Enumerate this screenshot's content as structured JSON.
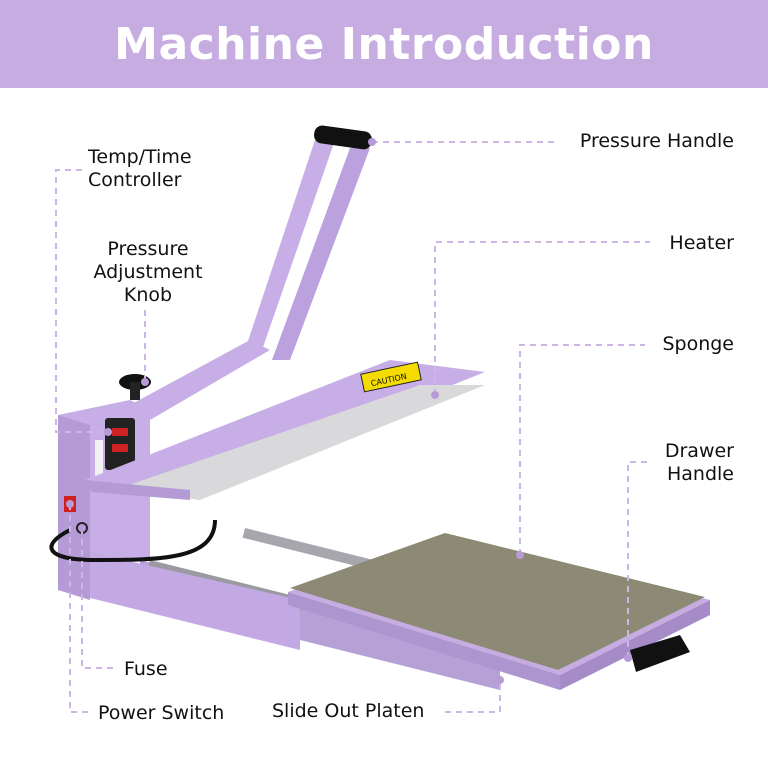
{
  "banner": {
    "title": "Machine Introduction",
    "color": "#c6ace0"
  },
  "labels": {
    "temp_time_controller": "Temp/Time\nController",
    "pressure_adjustment_knob": "Pressure\nAdjustment\nKnob",
    "fuse": "Fuse",
    "power_switch": "Power Switch",
    "slide_out_platen": "Slide Out Platen",
    "pressure_handle": "Pressure Handle",
    "heater": "Heater",
    "sponge": "Sponge",
    "drawer_handle": "Drawer\nHandle"
  },
  "product": {
    "body_color": "#c7aee6",
    "caution_label": "CAUTION",
    "platen_color": "#8c8a74"
  }
}
